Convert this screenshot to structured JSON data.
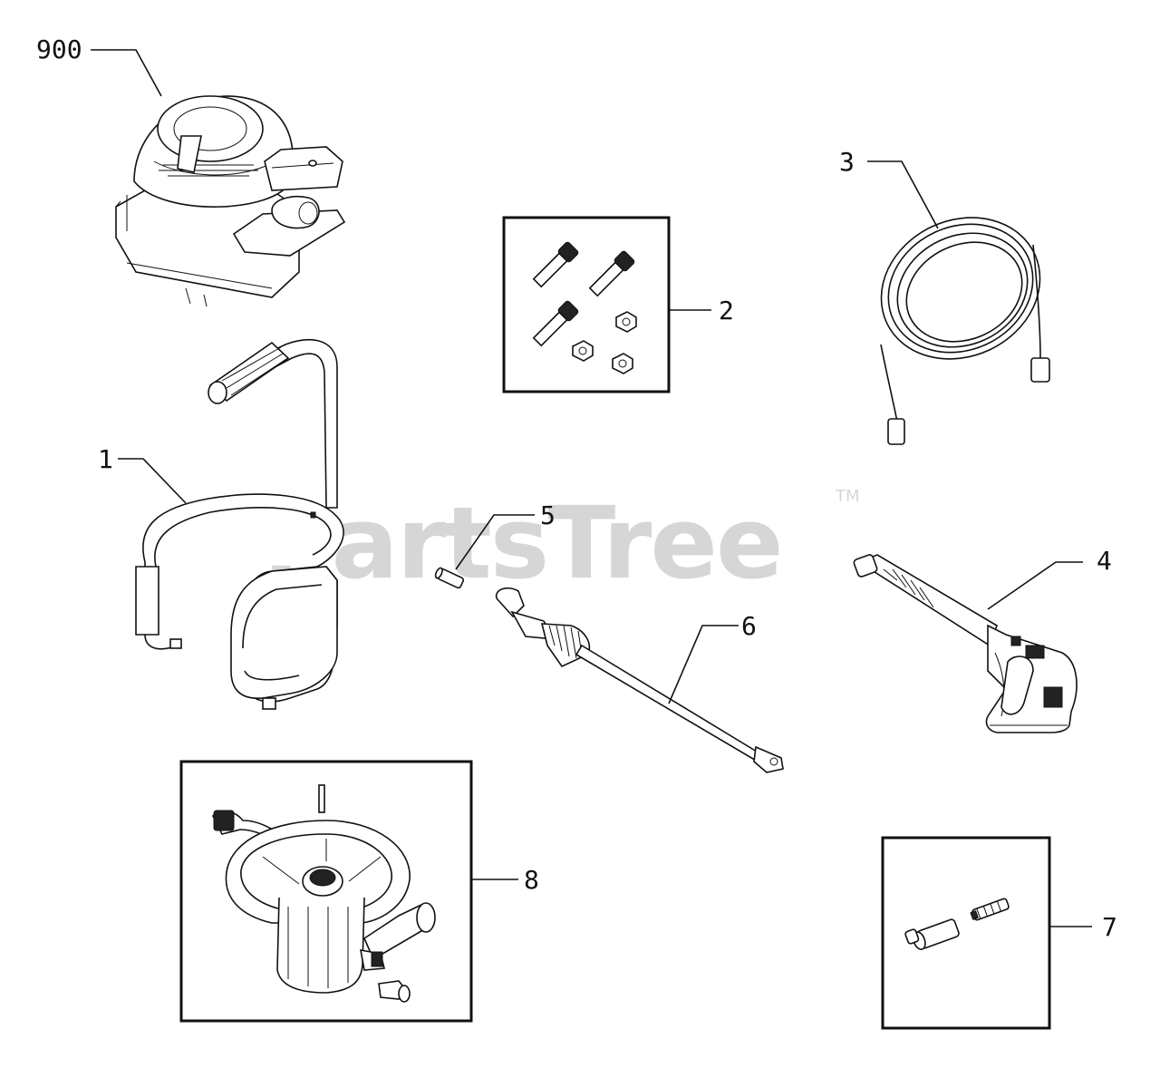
{
  "watermark": {
    "brand": "PartsTree",
    "trademark": "TM"
  },
  "callouts": {
    "engine": "900",
    "frame": "1",
    "hardware_kit": "2",
    "hose": "3",
    "spray_gun": "4",
    "part_5": "5",
    "wand": "6",
    "nozzle_kit": "7",
    "pump": "8"
  }
}
